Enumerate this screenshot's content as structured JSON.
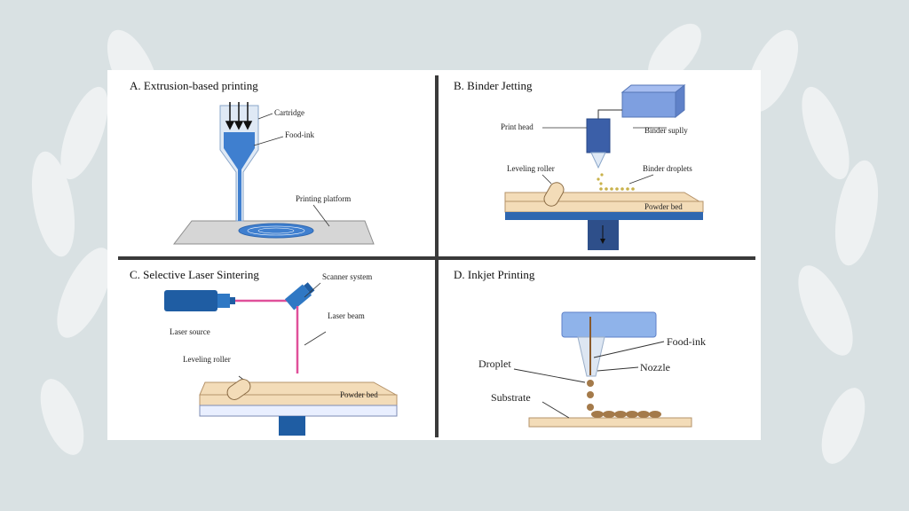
{
  "colors": {
    "background": "#d9e1e3",
    "panel": "#ffffff",
    "divider": "#3a3a3a",
    "blue": "#2f67b0",
    "light_blue": "#7ea9dc",
    "powder": "#f3dcb8",
    "laser": "#e0509a"
  },
  "panels": {
    "a": {
      "title": "A. Extrusion-based printing",
      "labels": {
        "cartridge": "Cartridge",
        "food_ink": "Food-ink",
        "platform": "Printing platform"
      }
    },
    "b": {
      "title": "B. Binder Jetting",
      "labels": {
        "print_head": "Print head",
        "binder_supply": "Binder suplly",
        "roller": "Leveling roller",
        "droplets": "Binder droplets",
        "powder_bed": "Powder bed"
      }
    },
    "c": {
      "title": "C. Selective Laser Sintering",
      "labels": {
        "scanner": "Scanner system",
        "laser_source": "Laser source",
        "laser_beam": "Laser beam",
        "roller": "Leveling roller",
        "powder_bed": "Powder bed"
      }
    },
    "d": {
      "title": "D. Inkjet Printing",
      "labels": {
        "food_ink": "Food-ink",
        "nozzle": "Nozzle",
        "droplet": "Droplet",
        "substrate": "Substrate"
      }
    }
  }
}
